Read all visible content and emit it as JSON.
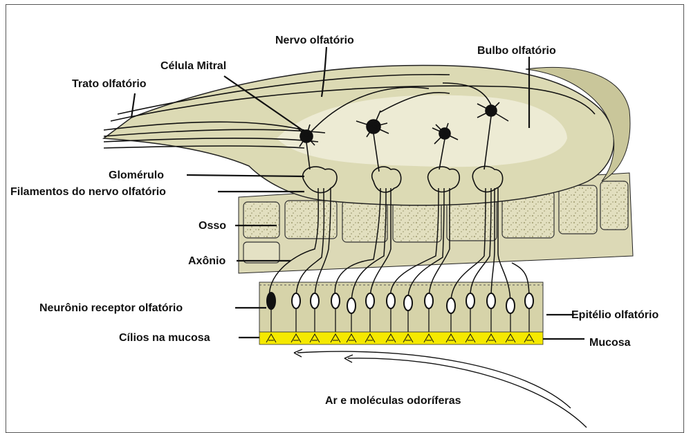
{
  "labels": {
    "nervo_olfatorio": "Nervo olfatório",
    "bulbo_olfatorio": "Bulbo olfatório",
    "celula_mitral": "Célula Mitral",
    "trato_olfatorio": "Trato olfatório",
    "glomerulo": "Glomérulo",
    "filamentos": "Filamentos do nervo olfatório",
    "osso": "Osso",
    "axonio": "Axônio",
    "neuronio_receptor": "Neurônio receptor olfatório",
    "epitelio_olfatorio": "Epitélio olfatório",
    "cilios_na_mucosa": "Cílios na mucosa",
    "mucosa": "Mucosa",
    "ar_moleculas": "Ar e moléculas odoríferas"
  },
  "colors": {
    "bulb_fill": "#dcdab4",
    "bulb_dark": "#c9c69a",
    "bone_fill": "#e2dfbf",
    "bone_speckle": "#bdb98e",
    "epithelium": "#d8d5ac",
    "mucosa": "#f5e900",
    "line": "#111111"
  }
}
